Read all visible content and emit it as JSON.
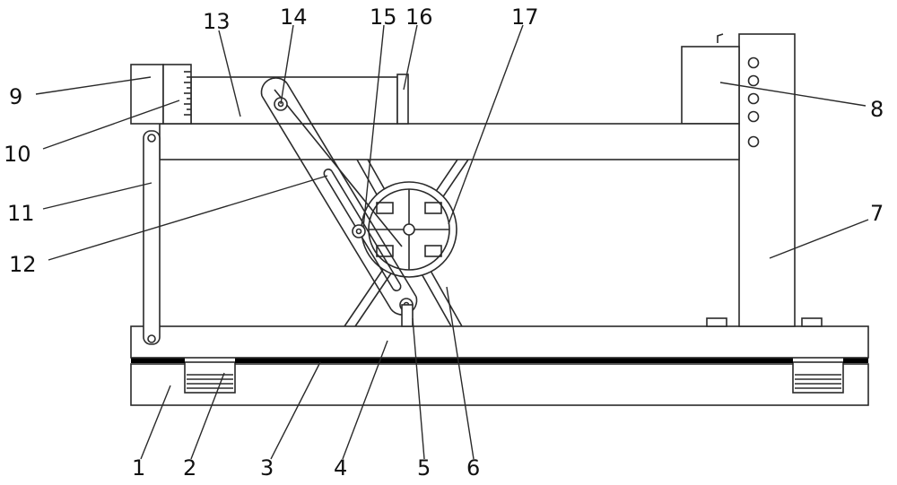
{
  "labels": {
    "l1": "1",
    "l2": "2",
    "l3": "3",
    "l4": "4",
    "l5": "5",
    "l6": "6",
    "l7": "7",
    "l8": "8",
    "l9": "9",
    "l10": "10",
    "l11": "11",
    "l12": "12",
    "l13": "13",
    "l14": "14",
    "l15": "15",
    "l16": "16",
    "l17": "17"
  },
  "colors": {
    "line": "#2a2a2a",
    "belt": "#000000",
    "background": "#ffffff"
  }
}
